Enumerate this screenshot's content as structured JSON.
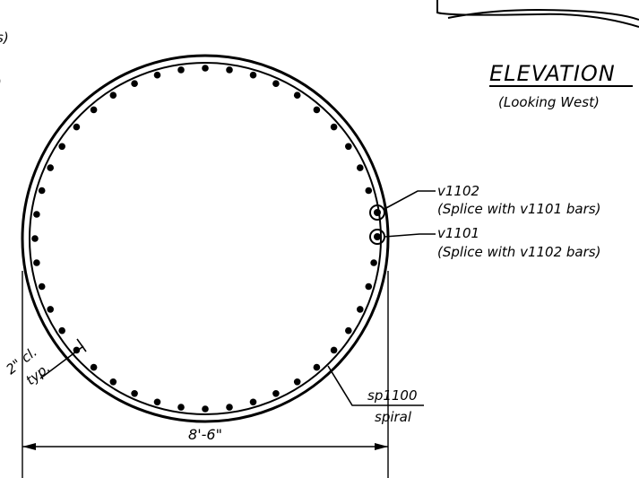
{
  "elevation": {
    "title": "ELEVATION",
    "subtitle": "(Looking West)"
  },
  "left_fragments": {
    "line1": "s)",
    "line2": ")"
  },
  "callouts": {
    "v1102": {
      "bar": "v1102",
      "note": "(Splice with v1101 bars)"
    },
    "v1101": {
      "bar": "v1101",
      "note": "(Splice with v1102 bars)"
    }
  },
  "clearance": {
    "text": "2\" cl.",
    "typ": "typ."
  },
  "spiral": {
    "mark": "sp1100",
    "label": "spiral"
  },
  "dimension": {
    "width": "8'-6\""
  },
  "column": {
    "bar_count": 44
  }
}
